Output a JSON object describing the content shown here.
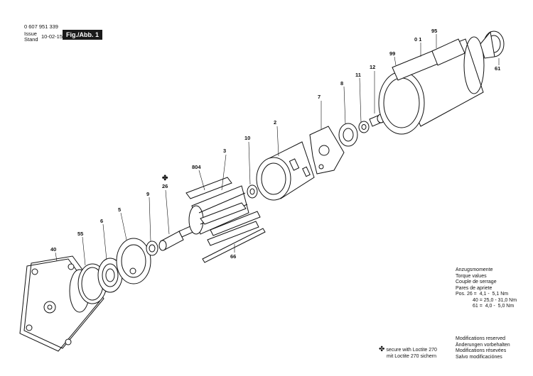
{
  "header": {
    "part_number": "0 607 951 339",
    "issue_label": "Issue",
    "stand_label": "Stand",
    "date": "10-02-15",
    "figure": "Fig./Abb. 1"
  },
  "callouts": [
    "0 1",
    "95",
    "99",
    "61",
    "8",
    "11",
    "12",
    "7",
    "2",
    "10",
    "3",
    "804",
    "26",
    "9",
    "5",
    "6",
    "55",
    "40",
    "66"
  ],
  "torque": {
    "lines": [
      "Anzugsmomente",
      "Torque values",
      "Couple de serrage",
      "Pares de apriete"
    ],
    "values": [
      "Pos. 26 =  4,1 -  5,1 Nm",
      "40 = 25,0 - 31,0 Nm",
      "61 =  4,0 -  5,0 Nm"
    ]
  },
  "modifications": [
    "Modifications reserved",
    "Änderungen vorbehalten",
    "Modifications résevées",
    "Salvo modificaciónes"
  ],
  "loctite": {
    "symbol": "✤",
    "line1": "secure with Loctite 270",
    "line2": "mit Loctite 270 sichern"
  }
}
